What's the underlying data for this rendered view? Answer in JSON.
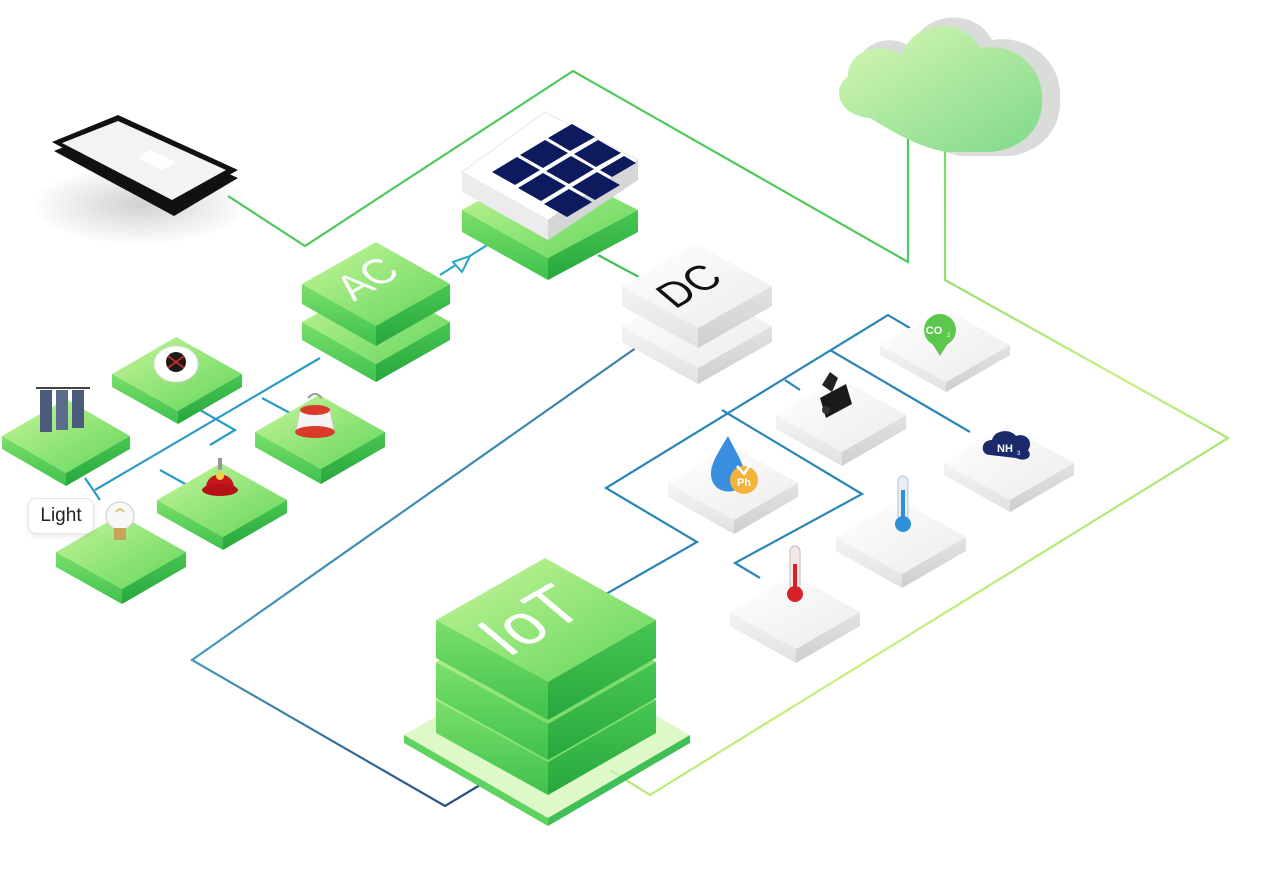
{
  "blocks": {
    "ac_label": "AC",
    "dc_label": "DC",
    "iot_label": "IoT"
  },
  "sensors": {
    "co2_label": "CO",
    "co2_sub": "2",
    "nh3_label": "NH",
    "nh3_sub": "3",
    "ph_label": "Ph"
  },
  "devices": {
    "light_label": "Light"
  },
  "colors": {
    "green_light": "#b8f08a",
    "green_mid": "#5fd65a",
    "green_dark": "#2fb843",
    "line_blue": "#2aa6c8",
    "line_navy": "#1d2f6b",
    "line_green": "#59c95a",
    "solar_panel": "#0d1a5e",
    "white_block": "#f2f2f2"
  }
}
